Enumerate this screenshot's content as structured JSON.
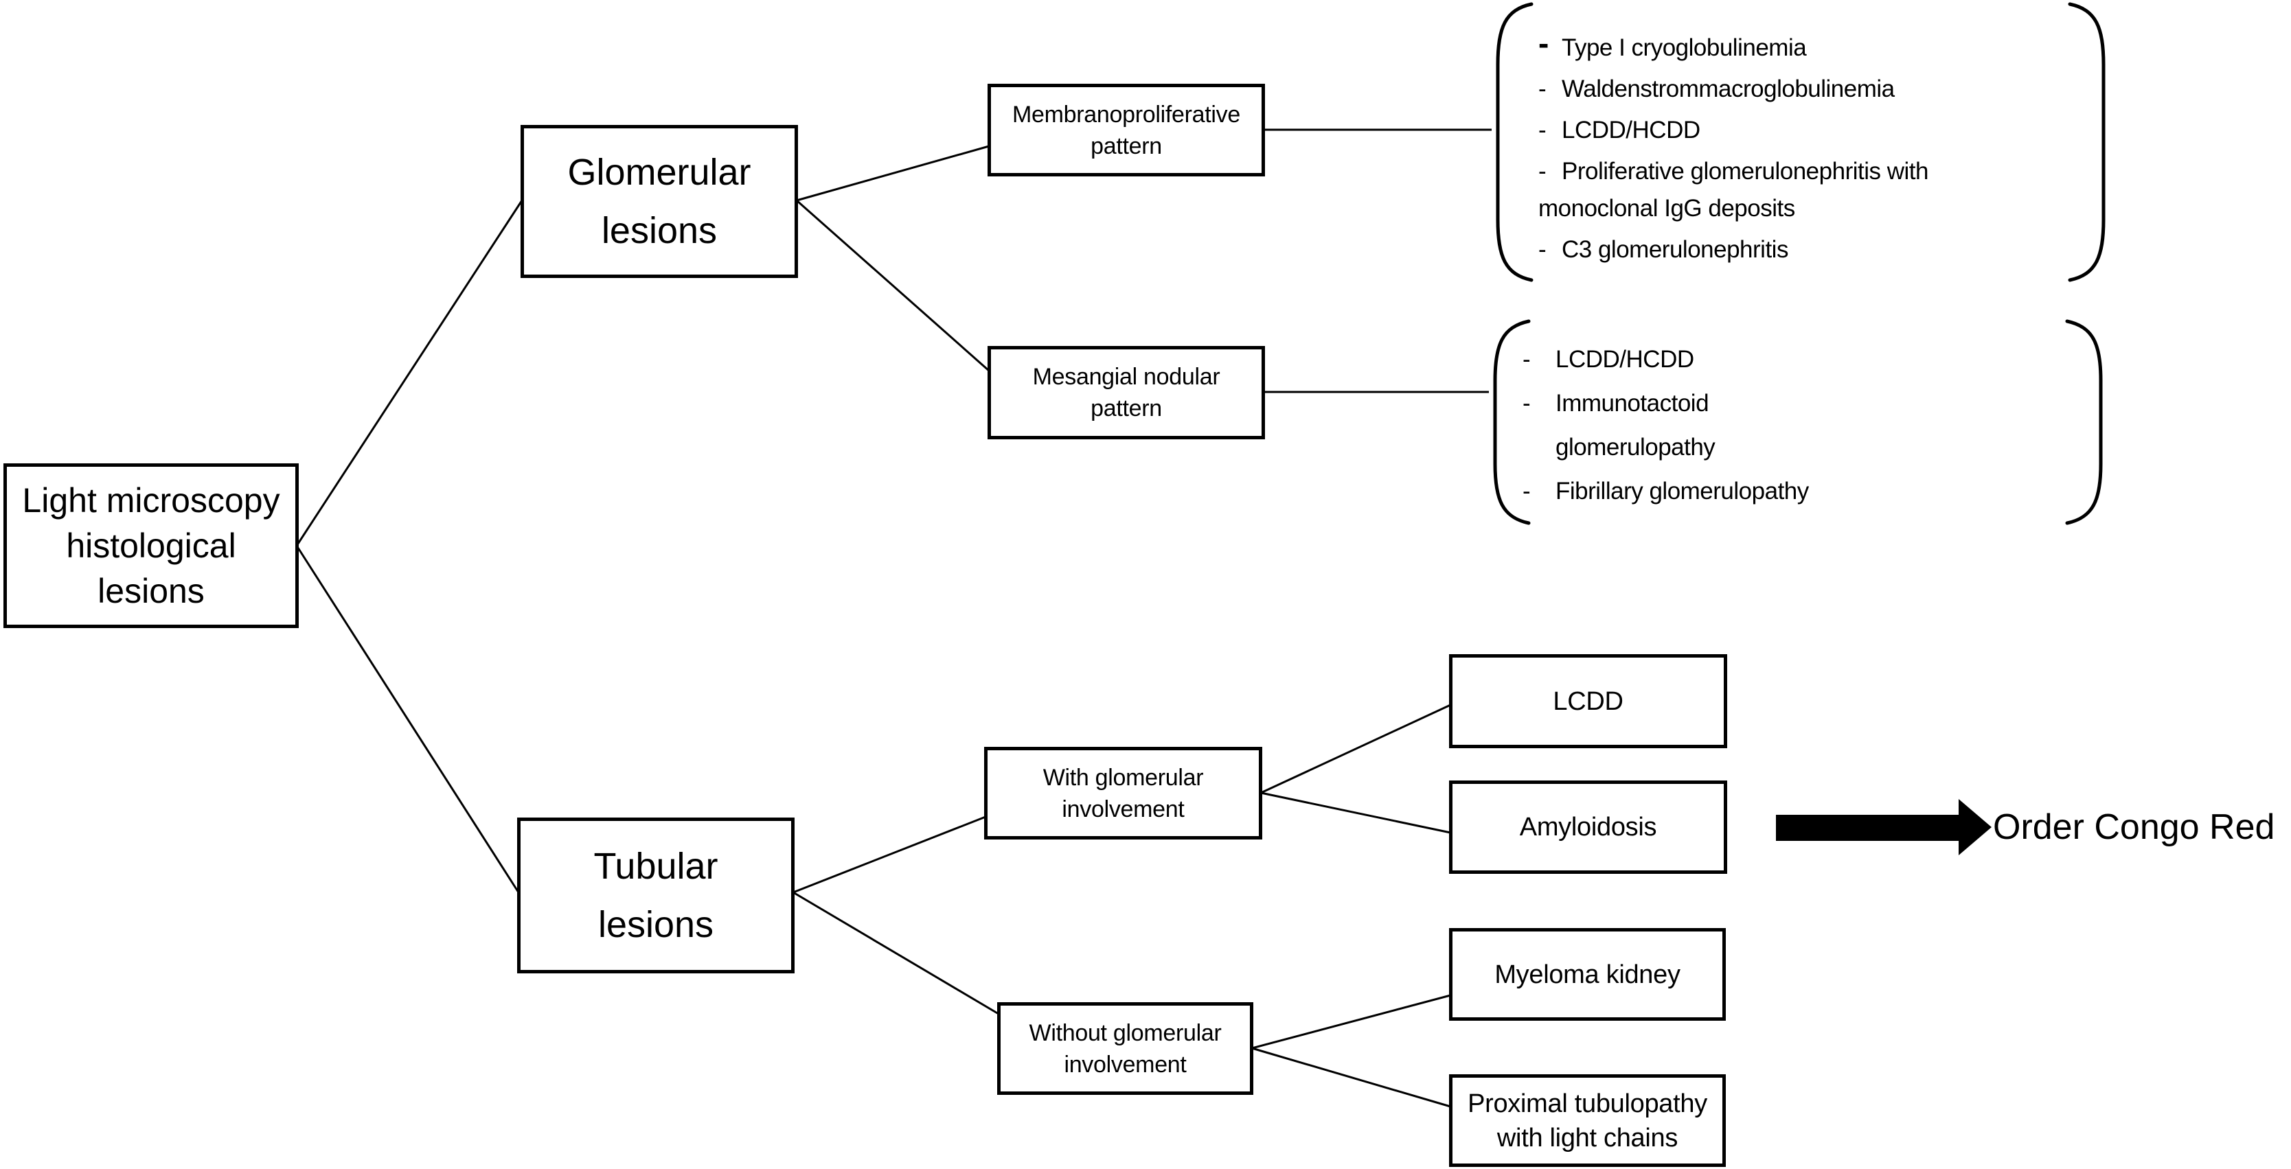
{
  "nodes": {
    "root": "Light microscopy\nhistological\nlesions",
    "glomerular": "Glomerular\nlesions",
    "tubular": "Tubular\nlesions",
    "membranoproliferative": "Membranoproliferative\npattern",
    "mesangial": "Mesangial nodular\npattern",
    "with_glomerular": "With glomerular\ninvolvement",
    "without_glomerular": "Without glomerular\ninvolvement",
    "lcdd": "LCDD",
    "amyloidosis": "Amyloidosis",
    "myeloma": "Myeloma kidney",
    "proximal_tubulopathy": "Proximal tubulopathy\nwith light chains"
  },
  "lists": {
    "membranoproliferative_entities": {
      "bullet": "-",
      "items": [
        "Type I cryoglobulinemia",
        "Waldenstrommacroglobulinemia",
        "LCDD/HCDD",
        "Proliferative glomerulonephritis with\nmonoclonal IgG deposits",
        "C3 glomerulonephritis"
      ]
    },
    "mesangial_entities": {
      "bullet": "-",
      "items": [
        "LCDD/HCDD",
        "Immunotactoid\nglomerulopathy",
        "Fibrillary glomerulopathy"
      ]
    }
  },
  "annotations": {
    "congo_red": "Order Congo Red"
  },
  "colors": {
    "background": "#ffffff",
    "line": "#000000",
    "text": "#000000"
  }
}
